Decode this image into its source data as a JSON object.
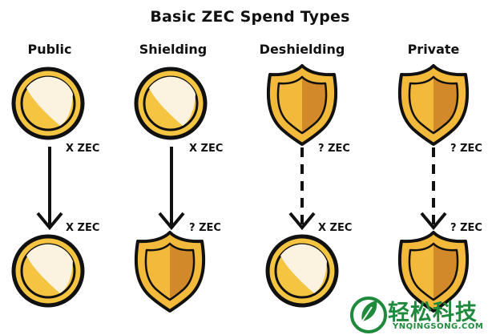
{
  "title": "Basic ZEC Spend Types",
  "columns": [
    {
      "name": "Public",
      "top_item": "coin",
      "bottom_item": "coin",
      "arrow": "solid",
      "top_amount": "X ZEC",
      "bottom_amount": "X ZEC"
    },
    {
      "name": "Shielding",
      "top_item": "coin",
      "bottom_item": "shield",
      "arrow": "solid",
      "top_amount": "X ZEC",
      "bottom_amount": "? ZEC"
    },
    {
      "name": "Deshielding",
      "top_item": "shield",
      "bottom_item": "coin",
      "arrow": "dashed",
      "top_amount": "? ZEC",
      "bottom_amount": "X ZEC"
    },
    {
      "name": "Private",
      "top_item": "shield",
      "bottom_item": "shield",
      "arrow": "dashed",
      "top_amount": "? ZEC",
      "bottom_amount": "? ZEC"
    }
  ],
  "watermark": {
    "text": "轻松科技",
    "subtext": "YNQINGSONG.COM"
  },
  "colors": {
    "coin_fill": "#f5c542",
    "coin_highlight": "#fbf3e0",
    "shield_light": "#f2b93b",
    "shield_dark": "#d1892a",
    "outline": "#111111",
    "watermark": "#1f8a3c"
  },
  "icons": {
    "coin": "coin-icon",
    "shield": "shield-icon",
    "watermark_logo": "leaf-logo-icon"
  }
}
